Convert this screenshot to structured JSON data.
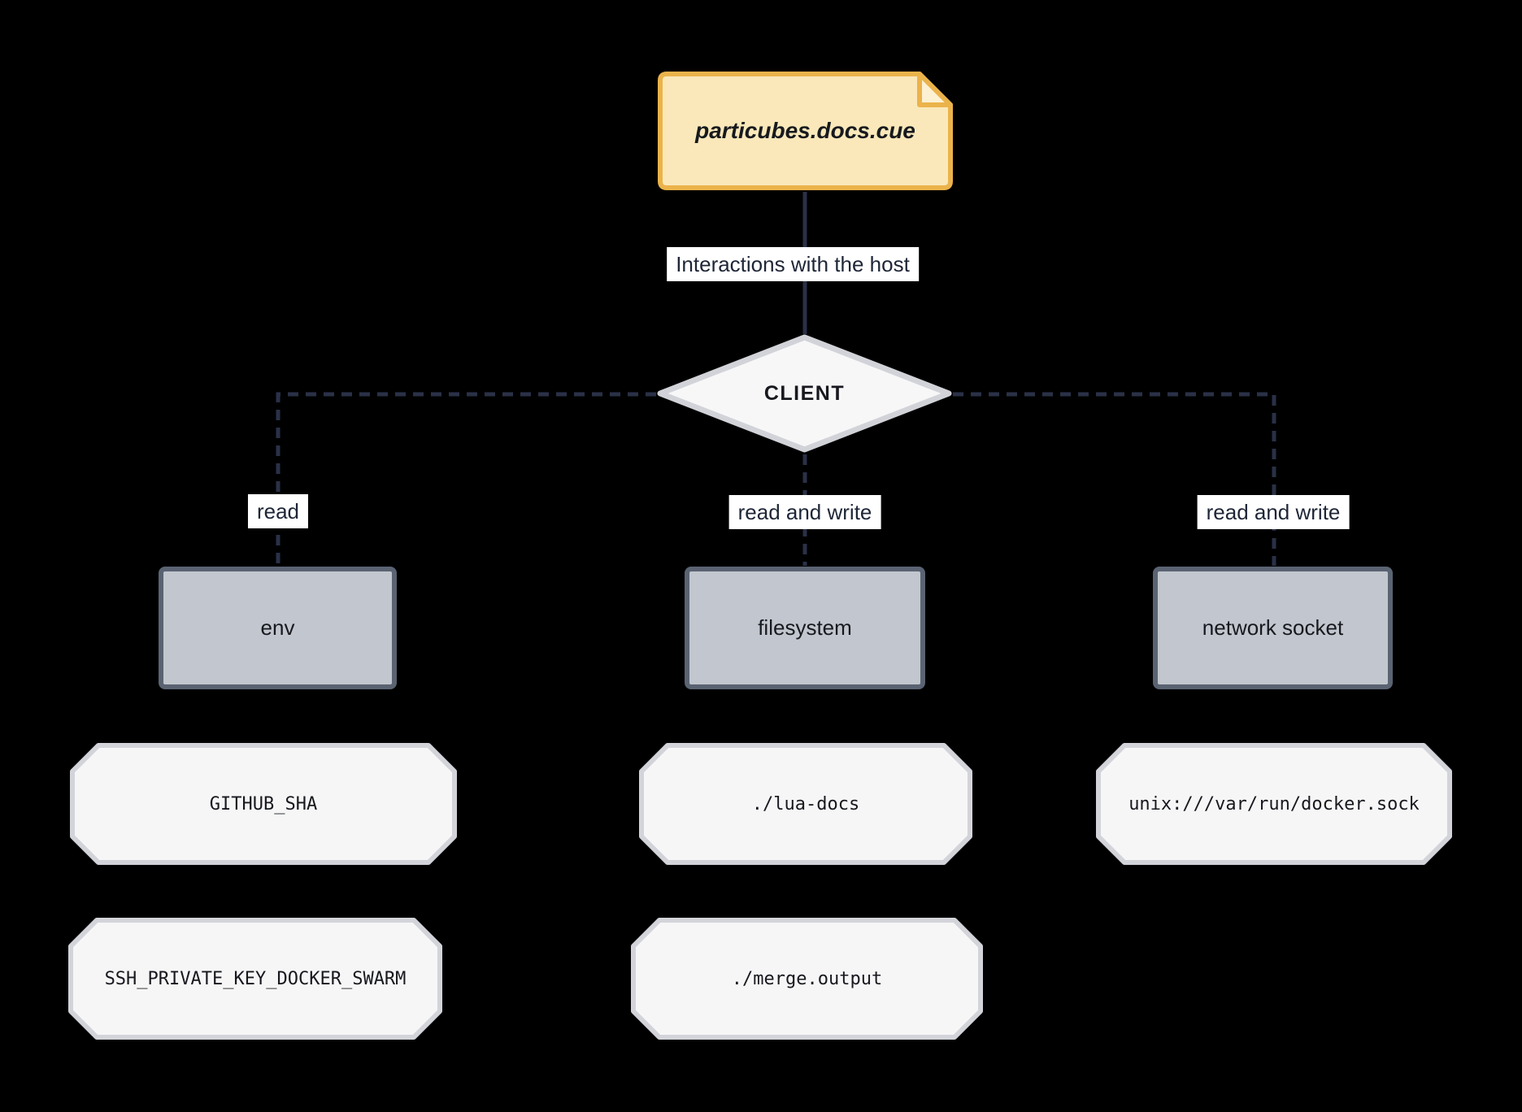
{
  "note": {
    "label": "particubes.docs.cue"
  },
  "client": {
    "label": "CLIENT"
  },
  "edges": {
    "host_label": "Interactions with the host",
    "left_label": "read",
    "middle_label": "read and write",
    "right_label": "read and write"
  },
  "hosts": {
    "env": {
      "label": "env",
      "values": [
        "GITHUB_SHA",
        "SSH_PRIVATE_KEY_DOCKER_SWARM"
      ]
    },
    "filesystem": {
      "label": "filesystem",
      "values": [
        "./lua-docs",
        "./merge.output"
      ]
    },
    "network": {
      "label": "network socket",
      "values": [
        "unix:///var/run/docker.sock"
      ]
    }
  },
  "colors": {
    "background": "#000000",
    "note_fill": "#FAE8BA",
    "note_fold_fill": "#FCF1D2",
    "note_border": "#EBB34B",
    "diamond_fill": "#F7F7F8",
    "diamond_border": "#D2D3D9",
    "box_fill": "#C2C6CE",
    "box_border": "#5A6372",
    "octagon_fill": "#F6F6F7",
    "octagon_border": "#D3D4DA",
    "edge_line": "#2A3147",
    "label_bg": "#FFFFFF",
    "label_text": "#1E2637",
    "node_text": "#17191E"
  }
}
